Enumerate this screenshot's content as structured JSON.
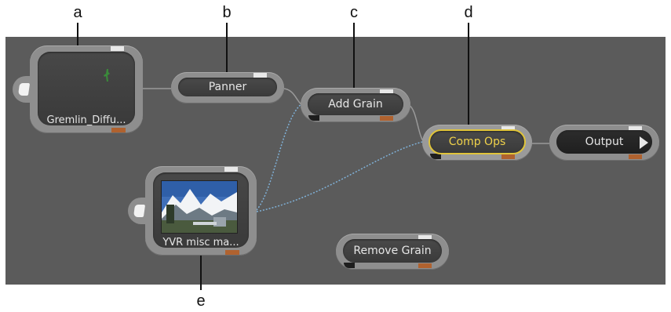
{
  "callouts": {
    "a": "a",
    "b": "b",
    "c": "c",
    "d": "d",
    "e": "e"
  },
  "nodes": {
    "gremlin": {
      "label": "Gremlin_Diffu..."
    },
    "panner": {
      "label": "Panner"
    },
    "add_grain": {
      "label": "Add Grain"
    },
    "comp_ops": {
      "label": "Comp Ops",
      "selected": true
    },
    "output": {
      "label": "Output"
    },
    "yvr": {
      "label": "YVR misc ma..."
    },
    "remove_grain": {
      "label": "Remove Grain"
    }
  },
  "colors": {
    "canvas": "#5b5b5b",
    "node_ring": "#8e8e8e",
    "node_body": "#404040",
    "selected_outline": "#e0c43a",
    "output_tab": "#b0622f",
    "input_tab": "#e8e8e8",
    "solid_link": "#9a9a9a",
    "dashed_link": "#7fb0d6"
  },
  "icons": {
    "clip_side": "page-icon",
    "output_arrow": "play-arrow-icon",
    "gremlin_thumb": "gremlin-figure-icon",
    "yvr_thumb": "mountain-photo-thumbnail"
  }
}
